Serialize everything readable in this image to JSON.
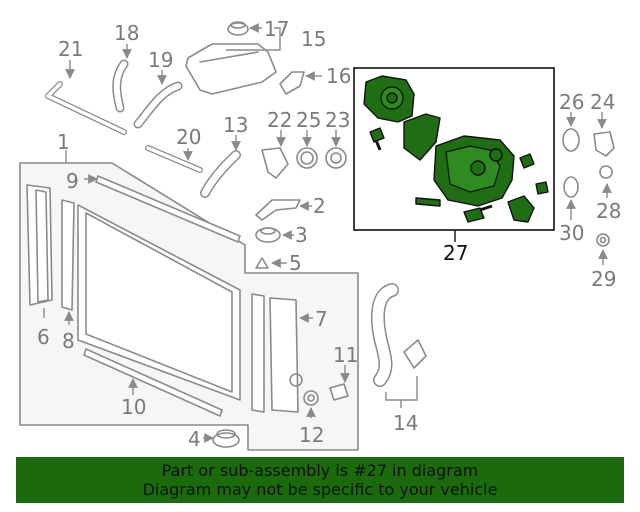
{
  "callouts": {
    "c1": "1",
    "c2": "2",
    "c3": "3",
    "c4": "4",
    "c5": "5",
    "c6": "6",
    "c7": "7",
    "c8": "8",
    "c9": "9",
    "c10": "10",
    "c11": "11",
    "c12": "12",
    "c13": "13",
    "c14": "14",
    "c15": "15",
    "c16": "16",
    "c17": "17",
    "c18": "18",
    "c19": "19",
    "c20": "20",
    "c21": "21",
    "c22": "22",
    "c23": "23",
    "c24": "24",
    "c25": "25",
    "c26": "26",
    "c27": "27",
    "c28": "28",
    "c29": "29",
    "c30": "30"
  },
  "highlight_color": "#1f6e14",
  "banner": {
    "line1": "Part or sub-assembly is #27 in diagram",
    "line2": "Diagram may not be specific to your vehicle",
    "background": "#1b6b0c"
  }
}
